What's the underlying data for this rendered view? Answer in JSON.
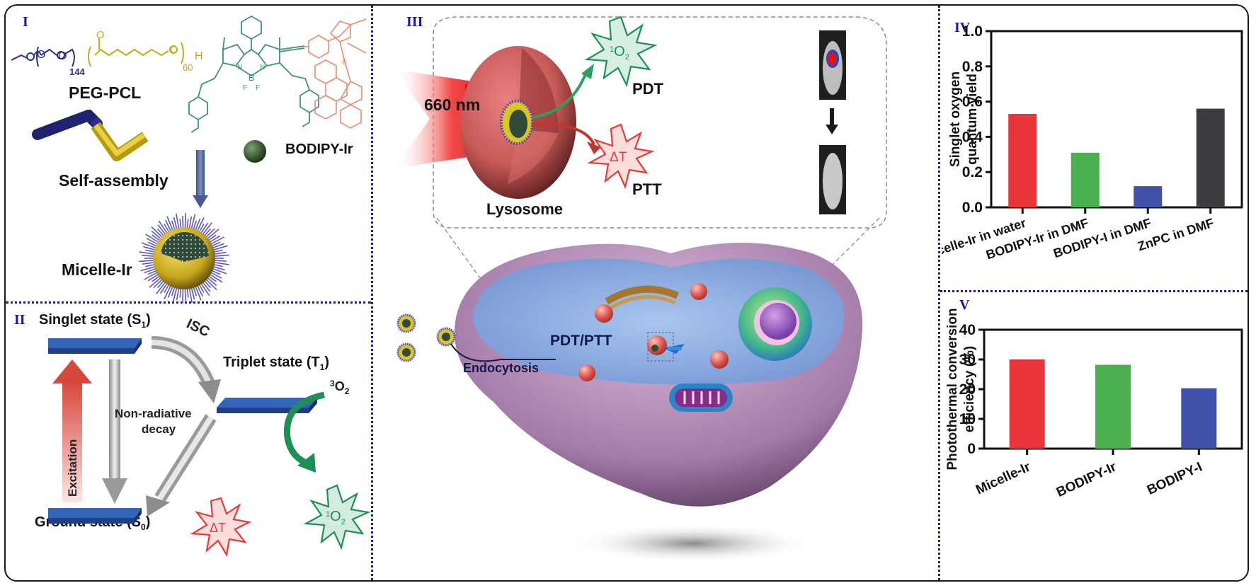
{
  "panels": {
    "I": {
      "label": "I",
      "peg_pcl": {
        "label": "PEG-PCL",
        "peg_subscript": "144",
        "pcl_subscript": "60",
        "end_group": "H"
      },
      "bodipy": {
        "label": "BODIPY-Ir"
      },
      "arrow_label": "Self-assembly",
      "micelle_label": "Micelle-Ir",
      "colors": {
        "peg": "#2b2f8c",
        "pcl": "#d4b820",
        "bodipy": "#3f9478",
        "ir_complex": "#ec8a70"
      }
    },
    "II": {
      "label": "II",
      "singlet": "Singlet state (S",
      "singlet_sub": "1",
      "triplet": "Triplet state (T",
      "triplet_sub": "1",
      "ground": "Ground state (S",
      "ground_sub": "0",
      "close_paren": ")",
      "isc": "ISC",
      "excitation": "Excitation",
      "nonrad_line1": "Non-radiative",
      "nonrad_line2": "decay",
      "triplet_oxygen_sup": "3",
      "triplet_oxygen": "O",
      "triplet_oxygen_sub": "2",
      "singlet_oxygen_sup": "1",
      "singlet_oxygen": "O",
      "singlet_oxygen_sub": "2",
      "heat": "ΔT"
    },
    "III": {
      "label": "III",
      "laser": "660 nm",
      "lysosome": "Lysosome",
      "pdt": "PDT",
      "ptt": "PTT",
      "singlet_oxygen_sup": "1",
      "singlet_oxygen": "O",
      "singlet_oxygen_sub": "2",
      "heat": "ΔT",
      "endocytosis": "Endocytosis",
      "pdt_ptt": "PDT/PTT"
    }
  },
  "chart_data": [
    {
      "panel": "IV",
      "type": "bar",
      "title": "",
      "xlabel": "",
      "ylabel": "Singlet oxygen quantum yield",
      "ylabel_line1": "Singlet oxygen",
      "ylabel_line2": "quantum yield",
      "categories": [
        "Micelle-Ir in water",
        "BODIPY-Ir in DMF",
        "BODIPY-I in DMF",
        "ZnPC in DMF"
      ],
      "values": [
        0.53,
        0.31,
        0.12,
        0.56
      ],
      "colors": [
        "#e8353a",
        "#4caf50",
        "#3f51a8",
        "#3b3d40"
      ],
      "ylim": [
        0,
        1.0
      ],
      "yticks": [
        0.0,
        0.2,
        0.4,
        0.6,
        0.8,
        1.0
      ],
      "ytick_labels": [
        "0.0",
        "0.2",
        "0.4",
        "0.6",
        "0.8",
        "1.0"
      ],
      "grid": false,
      "legend": "none"
    },
    {
      "panel": "V",
      "type": "bar",
      "title": "",
      "xlabel": "",
      "ylabel": "Photothermal conversion efficiency (%)",
      "ylabel_line1": "Photothermal conversion",
      "ylabel_line2": "efficiency (%)",
      "categories": [
        "Micelle-Ir",
        "BODIPY-Ir",
        "BODIPY-I"
      ],
      "values": [
        30.0,
        28.2,
        20.3
      ],
      "colors": [
        "#e8353a",
        "#4caf50",
        "#3f51a8"
      ],
      "ylim": [
        0,
        40
      ],
      "yticks": [
        0,
        10,
        20,
        30,
        40
      ],
      "ytick_labels": [
        "0",
        "10",
        "20",
        "30",
        "40"
      ],
      "grid": false,
      "legend": "none"
    }
  ],
  "panel_labels": {
    "IV": "IV",
    "V": "V"
  }
}
